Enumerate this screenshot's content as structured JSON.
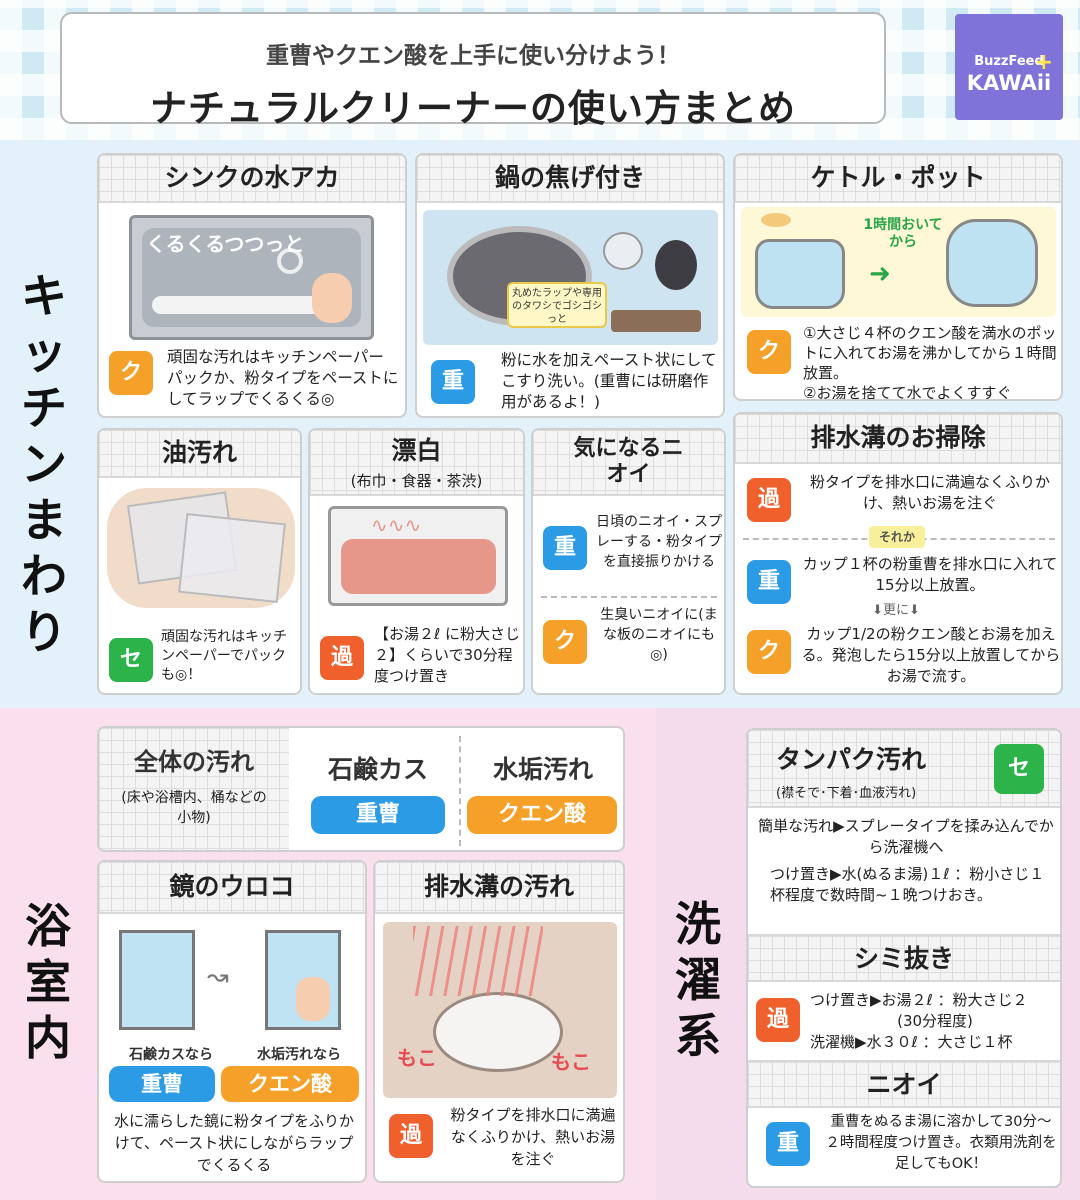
{
  "header": {
    "subtitle": "重曹やクエン酸を上手に使い分けよう！",
    "title": "ナチュラルクリーナーの使い方まとめ",
    "logo_top": "BuzzFeed",
    "logo_bottom": "KAWAii",
    "logo_plus": "+"
  },
  "sections": {
    "kitchen": "キッチンまわり",
    "bath": "浴室内",
    "laundry": "洗濯系"
  },
  "kitchen": {
    "sink": {
      "title": "シンクの水アカ",
      "illu_text": "くるくるつつっと",
      "badge": "ク",
      "text": "頑固な汚れはキッチンペーパーパックか、粉タイプをペーストにしてラップでくるくる◎"
    },
    "pot": {
      "title": "鍋の焦げ付き",
      "callout": "丸めたラップや専用のタワシでゴシゴシっと",
      "badge": "重",
      "text": "粉に水を加えペースト状にしてこすり洗い。(重曹には研磨作用があるよ！)"
    },
    "kettle": {
      "title": "ケトル・ポット",
      "illu_text": "1時間おいてから",
      "badge": "ク",
      "text": "①大さじ４杯のクエン酸を満水のポットに入れてお湯を沸かしてから１時間放置。\n②お湯を捨てて水でよくすすぐ"
    },
    "oil": {
      "title": "油汚れ",
      "badge": "セ",
      "text": "頑固な汚れはキッチンペーパーでパックも◎！"
    },
    "bleach": {
      "title": "漂白",
      "subtitle": "(布巾・食器・茶渋)",
      "badge": "過",
      "text": "【お湯２ℓ に粉大さじ２】くらいで30分程度つけ置き"
    },
    "smell": {
      "title": "気になるニオイ",
      "badge1": "重",
      "text1": "日頃のニオイ・スプレーする・粉タイプを直接振りかける",
      "badge2": "ク",
      "text2": "生臭いニオイに(まな板のニオイにも◎)"
    },
    "drain": {
      "title": "排水溝のお掃除",
      "badge1": "過",
      "text1": "粉タイプを排水口に満遍なくふりかけ、熱いお湯を注ぐ",
      "or": "それか",
      "badge2": "重",
      "text2": "カップ１杯の粉重曹を排水口に入れて15分以上放置。",
      "more": "⬇更に⬇",
      "badge3": "ク",
      "text3": "カップ1/2の粉クエン酸とお湯を加える。発泡したら15分以上放置してからお湯で流す。"
    }
  },
  "bath": {
    "overall": {
      "title": "全体の汚れ",
      "note": "(床や浴槽内、桶などの小物)",
      "soap_title": "石鹸カス",
      "soap_pill": "重曹",
      "scale_title": "水垢汚れ",
      "scale_pill": "クエン酸"
    },
    "mirror": {
      "title": "鏡のウロコ",
      "label1": "石鹸カスなら",
      "pill1": "重曹",
      "label2": "水垢汚れなら",
      "pill2": "クエン酸",
      "text": "水に濡らした鏡に粉タイプをふりかけて、ペースト状にしながらラップでくるくる"
    },
    "drain": {
      "title": "排水溝の汚れ",
      "fizz": "もこ",
      "badge": "過",
      "text": "粉タイプを排水口に満遍なくふりかけ、熱いお湯を注ぐ"
    }
  },
  "laundry": {
    "protein": {
      "title": "タンパク汚れ",
      "subtitle": "(襟そで･下着･血液汚れ)",
      "badge": "セ",
      "text1": "簡単な汚れ▶スプレータイプを揉み込んでから洗濯機へ",
      "text2": "つけ置き▶水(ぬるま湯)１ℓ ：粉小さじ１杯程度で数時間~１晩つけおき。"
    },
    "stain": {
      "title": "シミ抜き",
      "badge": "過",
      "text1": "つけ置き▶お湯２ℓ ：粉大さじ２",
      "text2": "(30分程度)",
      "text3": "洗濯機▶水３０ℓ ：大さじ１杯"
    },
    "odor": {
      "title": "ニオイ",
      "badge": "重",
      "text": "重曹をぬるま湯に溶かして30分～２時間程度つけ置き。衣類用洗剤を足してもOK！"
    }
  }
}
